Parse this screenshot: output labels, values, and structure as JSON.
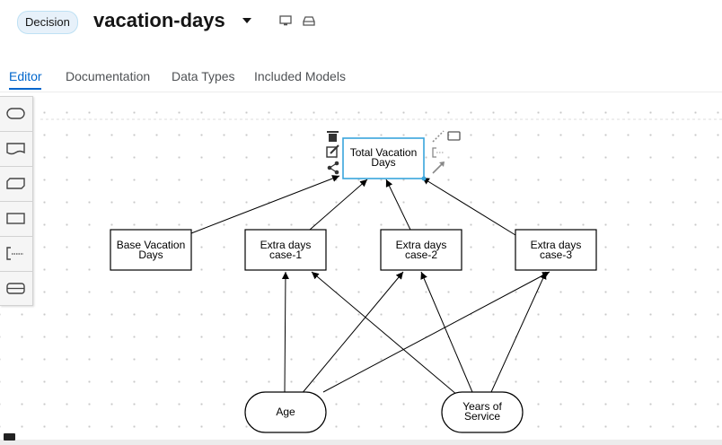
{
  "header": {
    "badge": "Decision",
    "title": "vacation-days",
    "icons": [
      "dropdown-caret-icon",
      "desktop-icon",
      "drive-icon"
    ]
  },
  "tabs": [
    {
      "label": "Editor",
      "active": true
    },
    {
      "label": "Documentation",
      "active": false
    },
    {
      "label": "Data Types",
      "active": false
    },
    {
      "label": "Included Models",
      "active": false
    }
  ],
  "palette": {
    "items": [
      "input-data-icon",
      "knowledge-source-icon",
      "business-knowledge-model-icon",
      "decision-icon",
      "text-annotation-icon",
      "decision-service-icon"
    ]
  },
  "diagram": {
    "nodes": {
      "total": [
        "Total Vacation",
        "Days"
      ],
      "base": [
        "Base Vacation",
        "Days"
      ],
      "extra1": [
        "Extra days",
        "case-1"
      ],
      "extra2": [
        "Extra days",
        "case-2"
      ],
      "extra3": [
        "Extra days",
        "case-3"
      ],
      "age": [
        "Age"
      ],
      "years": [
        "Years of",
        "Service"
      ]
    },
    "toolbox_icons": [
      "delete-icon",
      "edit-icon",
      "share-icon",
      "dotted-connector-icon",
      "annotation-icon",
      "arrow-connector-icon",
      "rectangle-node-icon"
    ]
  },
  "colors": {
    "accent": "#0066cc",
    "selected_border": "#39a5dc"
  }
}
